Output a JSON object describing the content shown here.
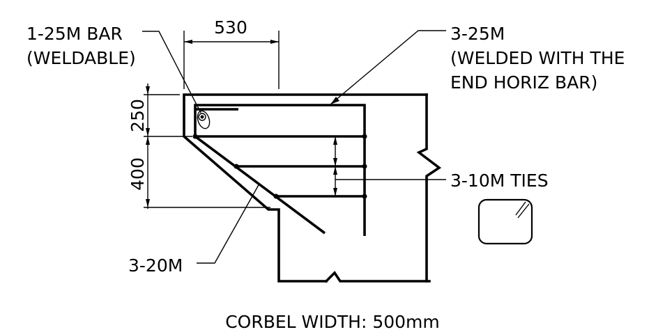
{
  "labels": {
    "bar_1_25m": "1-25M BAR",
    "weldable": "(WELDABLE)",
    "bars_3_25m": "3-25M",
    "welded_line1": "(WELDED WITH THE",
    "welded_line2": "END HORIZ BAR)",
    "ties_3_10m": "3-10M TIES",
    "bars_3_20m": "3-20M",
    "corbel_width": "CORBEL WIDTH: 500mm"
  },
  "dimensions": {
    "width_530": "530",
    "height_250": "250",
    "height_400": "400"
  }
}
